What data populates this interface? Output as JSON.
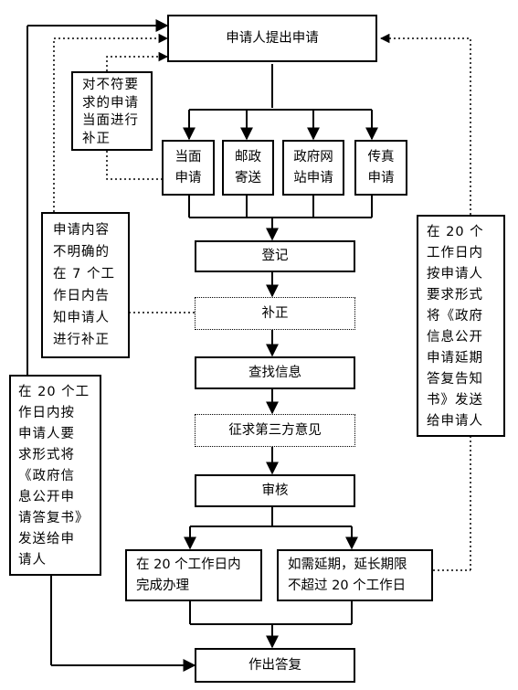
{
  "steps": {
    "apply": "申请人提出申请",
    "register": "登记",
    "supplement": "补正",
    "find_info": "查找信息",
    "third_party": "征求第三方意见",
    "review": "审核",
    "within_20_days": "在 20 个工作日内\n完成办理",
    "extension": "如需延期，延长期限\n不超过 20 个工作日",
    "reply": "作出答复"
  },
  "channels": [
    "当面\n申请",
    "邮政\n寄送",
    "政府网\n站申请",
    "传真\n申请"
  ],
  "notes": {
    "in_person_fix": "对不符要\n求的申请\n当面进行\n补正",
    "unclear_content": "申请内容\n不明确的\n在 7 个工\n作日内告\n知申请人\n进行补正",
    "reply_20_days": "在 20 个工\n作日内按\n申请人要\n求形式将\n《政府信\n息公开申\n请答复书》\n发送给申\n请人",
    "extension_notice": "在  20  个\n工作日内\n按申请人\n要求形式\n将《政府\n信息公开\n申请延期\n答复告知\n书》发送\n给申请人"
  }
}
